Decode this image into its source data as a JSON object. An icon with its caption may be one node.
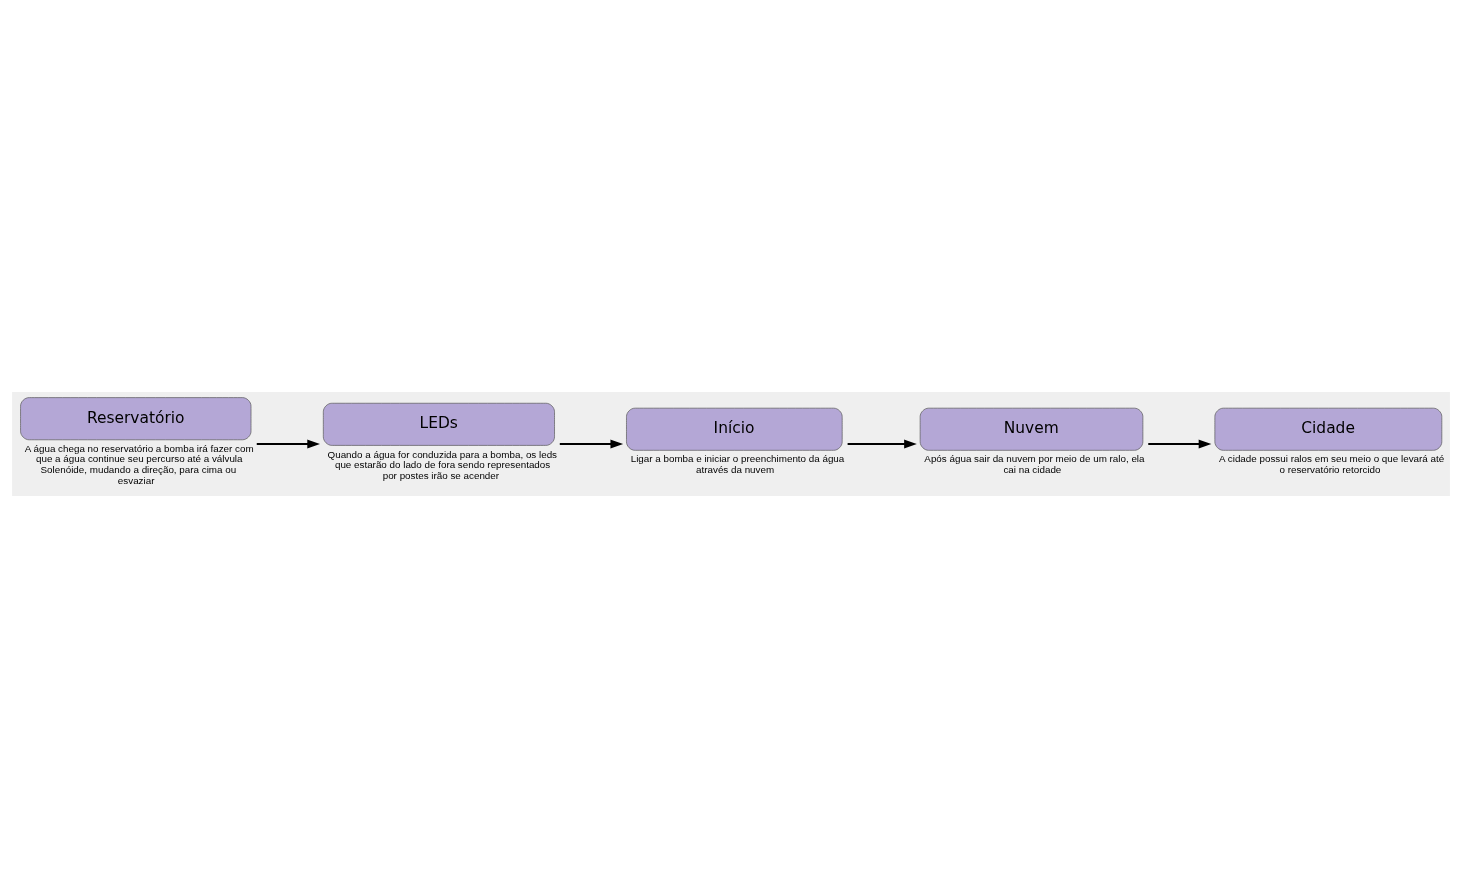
{
  "diagram": {
    "nodes": [
      {
        "text": [
          "Início"
        ],
        "beside": [
          "Ligar a bomba e iniciar o preenchimento da água através da nuvem"
        ]
      },
      {
        "text": [
          "Nuvem"
        ],
        "beside": [
          "Após água sair da nuvem por meio de um ralo, ela cai na cidade"
        ]
      },
      {
        "text": [
          "Cidade"
        ],
        "beside": [
          "A cidade possui ralos em seu meio o que levará até o reservatório retorcido"
        ]
      },
      {
        "text": [
          "Reservatório"
        ],
        "beside": [
          "A água chega no reservatório a bomba irá fazer com que a água continue seu percurso até a válvula Solenóide, mudando a direção, para cima ou esvaziar"
        ]
      },
      {
        "text": [
          "LEDs"
        ],
        "beside": [
          "Quando a água for conduzida para a bomba, os leds que estarão do lado de fora sendo representados por postes irão se acender"
        ]
      }
    ],
    "edges": [
      {
        "from": 0,
        "to": 1,
        "arrow": "to"
      },
      {
        "from": 1,
        "to": 2,
        "arrow": "to"
      },
      {
        "from": 3,
        "to": 4,
        "arrow": "to"
      },
      {
        "from": 4,
        "to": 0,
        "arrow": "to"
      }
    ]
  }
}
